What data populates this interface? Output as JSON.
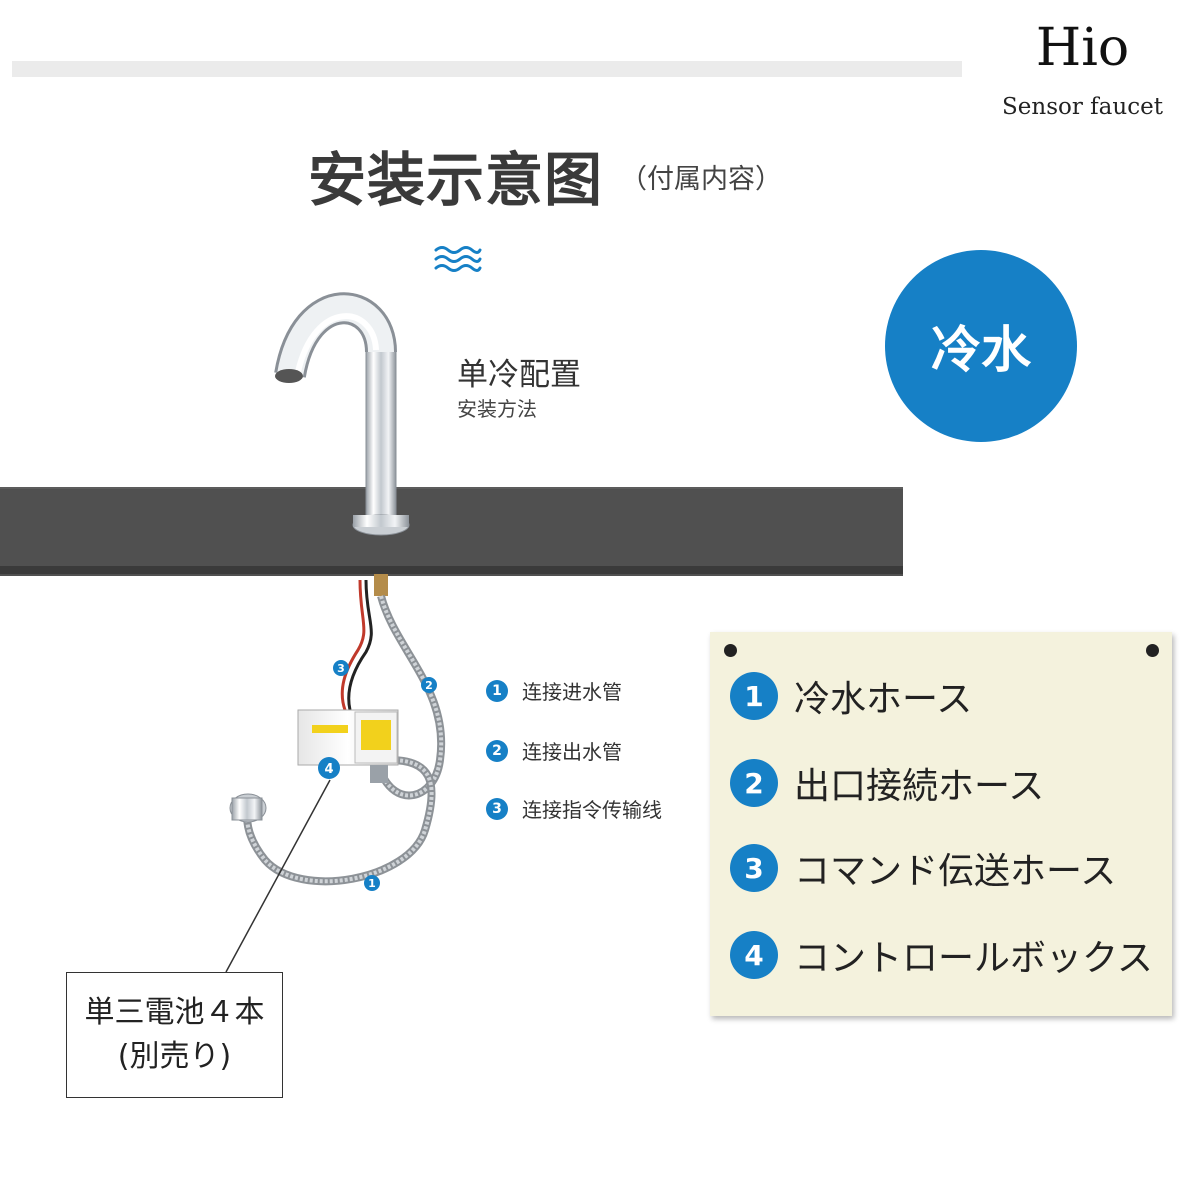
{
  "brand": {
    "name": "Hio",
    "subtitle": "Sensor faucet"
  },
  "header": {
    "title": "安装示意图",
    "subtitle": "（付属内容）"
  },
  "badge": {
    "label": "冷水"
  },
  "config": {
    "title": "单冷配置",
    "subtitle": "安装方法"
  },
  "connections": [
    {
      "num": "1",
      "label": "连接进水管"
    },
    {
      "num": "2",
      "label": "连接出水管"
    },
    {
      "num": "3",
      "label": "连接指令传输线"
    }
  ],
  "legend": [
    {
      "num": "1",
      "label": "冷水ホース"
    },
    {
      "num": "2",
      "label": "出口接続ホース"
    },
    {
      "num": "3",
      "label": "コマンド伝送ホース"
    },
    {
      "num": "4",
      "label": "コントロールボックス"
    }
  ],
  "callouts": [
    {
      "num": "1"
    },
    {
      "num": "2"
    },
    {
      "num": "3"
    },
    {
      "num": "4"
    }
  ],
  "battery": {
    "line1": "単三電池４本",
    "line2": "(別売り)"
  },
  "colors": {
    "accent": "#1680c6",
    "counter": "#505050",
    "notice_bg": "#f4f2dd"
  }
}
